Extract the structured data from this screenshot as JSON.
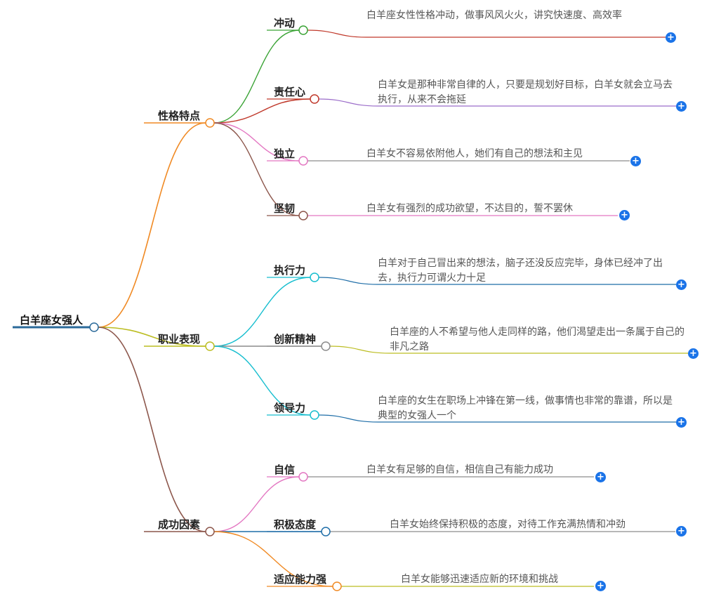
{
  "mindmap": {
    "root": {
      "label": "白羊座女强人",
      "color": "#2b6a9a",
      "branches": [
        {
          "label": "性格特点",
          "color": "#f08a24",
          "children": [
            {
              "label": "冲动",
              "color": "#3aa335",
              "lineColor": "#c0392b",
              "text": "白羊座女性性格冲动，做事风风火火，讲究快速度、高效率"
            },
            {
              "label": "责任心",
              "color": "#c0392b",
              "lineColor": "#9b6cc9",
              "text": "白羊女是那种非常自律的人，只要是规划好目标，白羊女就会立马去执行，从来不会拖延"
            },
            {
              "label": "独立",
              "color": "#e377c2",
              "lineColor": "#8c8c8c",
              "text": "白羊女不容易依附他人，她们有自己的想法和主见"
            },
            {
              "label": "坚韧",
              "color": "#8c564b",
              "lineColor": "#e377c2",
              "text": "白羊女有强烈的成功欲望，不达目的，誓不罢休"
            }
          ]
        },
        {
          "label": "职业表现",
          "color": "#bcbd22",
          "children": [
            {
              "label": "执行力",
              "color": "#17becf",
              "lineColor": "#1f6ea8",
              "text": "白羊对于自己冒出来的想法，脑子还没反应完毕，身体已经冲了出去，执行力可谓火力十足"
            },
            {
              "label": "创新精神",
              "color": "#8c8c8c",
              "lineColor": "#bcbd22",
              "text": "白羊座的人不希望与他人走同样的路，他们渴望走出一条属于自己的非凡之路"
            },
            {
              "label": "领导力",
              "color": "#17becf",
              "lineColor": "#1f6ea8",
              "text": "白羊座的女生在职场上冲锋在第一线，做事情也非常的靠谱，所以是典型的女强人一个"
            }
          ]
        },
        {
          "label": "成功因素",
          "color": "#8c564b",
          "children": [
            {
              "label": "自信",
              "color": "#e377c2",
              "lineColor": "#8c8c8c",
              "text": "白羊女有足够的自信，相信自己有能力成功"
            },
            {
              "label": "积极态度",
              "color": "#1f6ea8",
              "lineColor": "#8c8c8c",
              "text": "白羊女始终保持积极的态度，对待工作充满热情和冲劲"
            },
            {
              "label": "适应能力强",
              "color": "#f08a24",
              "lineColor": "#bcbd22",
              "text": "白羊女能够迅速适应新的环境和挑战"
            }
          ]
        }
      ]
    },
    "expand_icon": "plus-icon",
    "expand_glyph": "+"
  }
}
